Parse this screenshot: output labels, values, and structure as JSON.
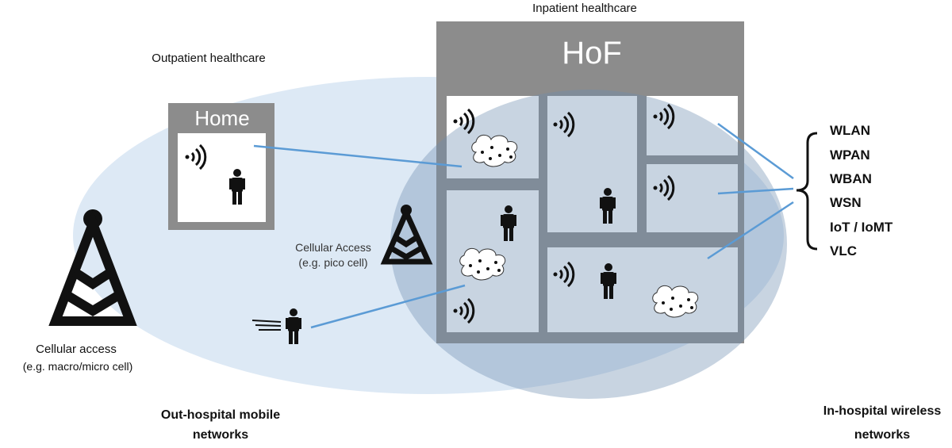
{
  "labels": {
    "inpatient": "Inpatient healthcare",
    "outpatient": "Outpatient healthcare",
    "hof": "HoF",
    "home": "Home",
    "cellular_pico_line1": "Cellular Access",
    "cellular_pico_line2": "(e.g. pico cell)",
    "cellular_macro_line1": "Cellular access",
    "cellular_macro_line2": "(e.g. macro/micro cell)",
    "out_hospital_line1": "Out-hospital mobile",
    "out_hospital_line2": "networks",
    "in_hospital_line1": "In-hospital wireless",
    "in_hospital_line2": "networks"
  },
  "network_types": [
    "WLAN",
    "WPAN",
    "WBAN",
    "WSN",
    "IoT / IoMT",
    "VLC"
  ],
  "colors": {
    "outer_ellipse": "#dde9f5",
    "inner_ellipse": "#aec2d6",
    "building_frame": "#8c8c8c",
    "room_fill": "#d2dbe6",
    "link_line": "#5b9bd5",
    "ink": "#111111"
  }
}
